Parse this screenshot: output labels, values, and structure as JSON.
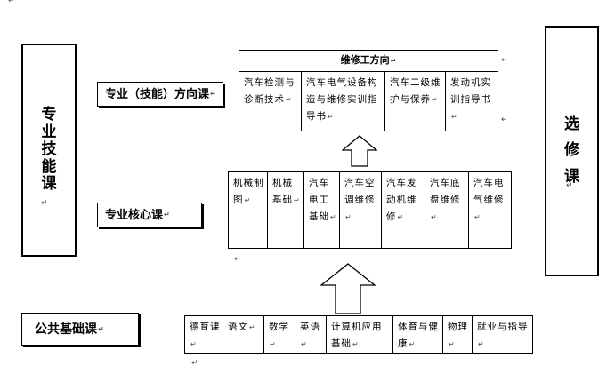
{
  "return_mark": "↵",
  "left_box": {
    "text": "专业技能课",
    "chars": [
      "专",
      "业",
      "技",
      "能",
      "课"
    ]
  },
  "right_box": {
    "text": "选修课",
    "chars": [
      "选",
      "修",
      "课"
    ]
  },
  "labels": {
    "direction_course": "专业（技能）方向课",
    "core_course": "专业核心课",
    "public_course": "公共基础课"
  },
  "direction_table": {
    "header": "维修工方向",
    "cells": [
      "汽车检测与诊断技术",
      "汽车电气设备构造与维修实训指导书",
      "汽车二级维护与保养",
      "发动机实训指导书"
    ]
  },
  "core_table": {
    "cells": [
      "机械制图",
      "机械基础",
      "汽车电工基础",
      "汽车空调维修",
      "汽车发动机维修",
      "汽车底盘维修",
      "汽车电气维修"
    ]
  },
  "public_table": {
    "cells": [
      "德育课",
      "语文",
      "数学",
      "英语",
      "计算机应用基础",
      "体育与健康",
      "物理",
      "就业与指导"
    ]
  }
}
